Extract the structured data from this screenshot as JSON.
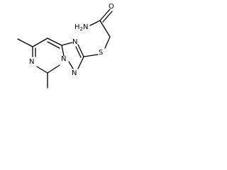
{
  "molecule": {
    "atoms": {
      "amide_n": "H2N",
      "carbonyl_o": "O",
      "thioether_s": "S",
      "ring_n_triazole_top": "N",
      "ring_n_triazole_bottom": "N",
      "ring_n_bridgehead": "N",
      "ring_n_pyrimidine": "N"
    }
  },
  "colors": {
    "bond": "#000000",
    "label": "#000000",
    "background": "#ffffff"
  }
}
